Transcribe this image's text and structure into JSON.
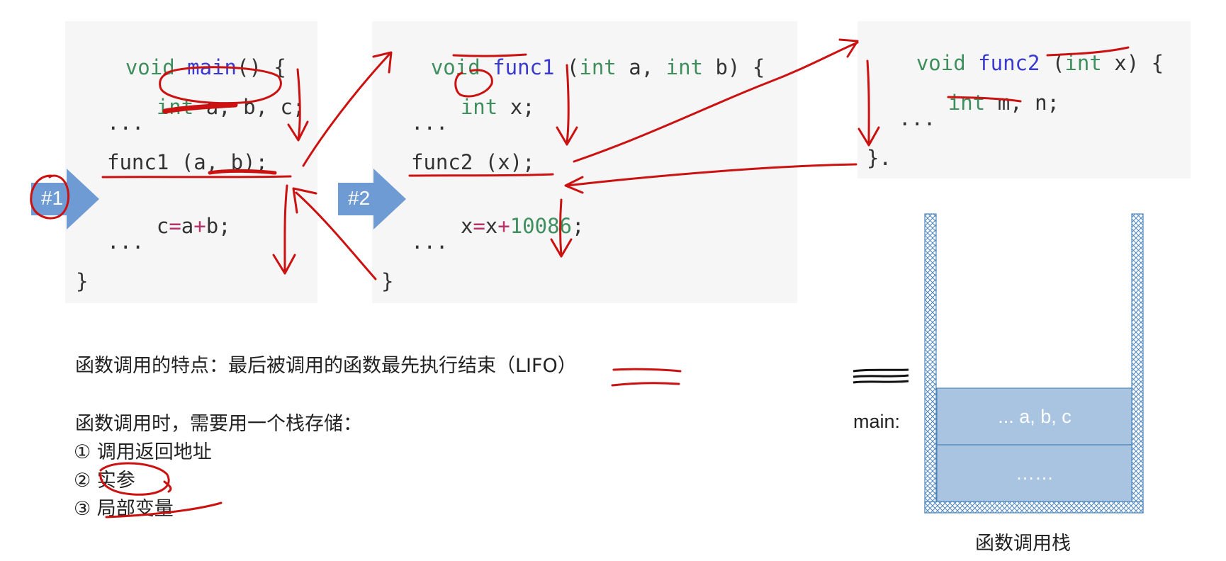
{
  "main_code": {
    "line1": [
      "void",
      " ",
      "main",
      "() {"
    ],
    "line2": [
      "int",
      " a, b, c;"
    ],
    "line3": "...",
    "line4": "func1 (a, b);",
    "line5": [
      "c",
      "=",
      "a",
      "+",
      "b;"
    ],
    "line6": "...",
    "line7": "}"
  },
  "func1_code": {
    "line1": [
      "void",
      " ",
      "func1",
      " (",
      "int",
      " a, ",
      "int",
      " b) {"
    ],
    "line2": [
      "int",
      " x;"
    ],
    "line3": "...",
    "line4": "func2 (x);",
    "line5": [
      "x",
      "=",
      "x",
      "+",
      "10086",
      ";"
    ],
    "line6": "...",
    "line7": "}"
  },
  "func2_code": {
    "line1": [
      "void",
      " ",
      "func2",
      " (",
      "int",
      " x) {"
    ],
    "line2": [
      "int",
      " m, n;"
    ],
    "line3": "...",
    "line4": "}."
  },
  "markers": {
    "step1": "#1",
    "step2": "#2"
  },
  "notes": {
    "feature": "函数调用的特点：最后被调用的函数最先执行结束（LIFO）",
    "stack_intro": "函数调用时，需要用一个栈存储：",
    "item1": "① 调用返回地址",
    "item2": "② 实参",
    "item3": "③ 局部变量"
  },
  "stack": {
    "frame_label": "main:",
    "frames": [
      "... a, b, c",
      "……"
    ],
    "caption": "函数调用栈"
  },
  "colors": {
    "annotation": "#cc1111",
    "stack_fill": "#a9c4e1",
    "stack_border": "#4e86be",
    "marker_fill": "#6e9bd3",
    "keyword": "#3f8f5e",
    "function_name": "#3a3ad0"
  }
}
